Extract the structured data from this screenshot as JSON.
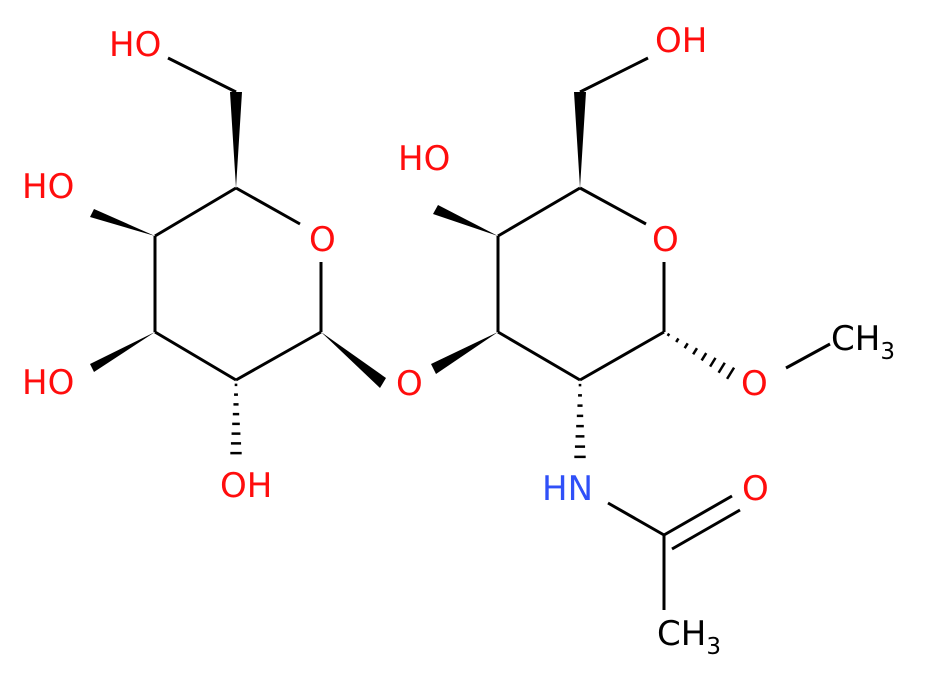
{
  "molecule": {
    "colors": {
      "bond": "#000000",
      "oxygen": "#ff0d0d",
      "nitrogen": "#3050f8",
      "carbon": "#000000",
      "background": "#ffffff"
    },
    "labels": {
      "ho_left_ch2": "HO",
      "ho_left_c4": "HO",
      "ho_left_c3": "HO",
      "oh_left_c2": "OH",
      "o_ring_left": "O",
      "o_glycosidic": "O",
      "ho_right_c4": "HO",
      "oh_right_ch2": "OH",
      "o_ring_right": "O",
      "o_methoxy": "O",
      "ch3_methoxy": "CH",
      "ch3_methoxy_sub": "3",
      "nh": "HN",
      "o_carbonyl": "O",
      "ch3_acetyl": "CH",
      "ch3_acetyl_sub": "3"
    }
  }
}
